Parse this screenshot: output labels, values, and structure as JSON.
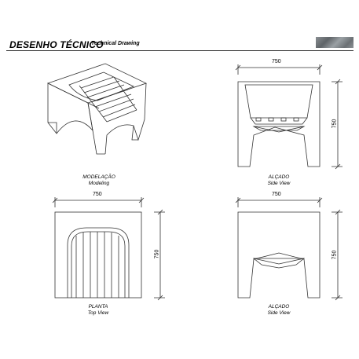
{
  "header": {
    "title": "DESENHO TÉCNICO",
    "subtitle": "Technical Drawing"
  },
  "views": {
    "modeling": {
      "label": "MODELAÇÃO",
      "sublabel": "Modeling"
    },
    "side_view_top": {
      "label": "ALÇADO",
      "sublabel": "Side View",
      "width_dim": "750",
      "height_dim": "750"
    },
    "plan": {
      "label": "PLANTA",
      "sublabel": "Top View",
      "width_dim": "750",
      "height_dim": "750"
    },
    "side_view_bottom": {
      "label": "ALÇADO",
      "sublabel": "Side View",
      "width_dim": "750",
      "height_dim": "750"
    }
  },
  "colors": {
    "line": "#333333",
    "swatch": "#7a7f83"
  }
}
